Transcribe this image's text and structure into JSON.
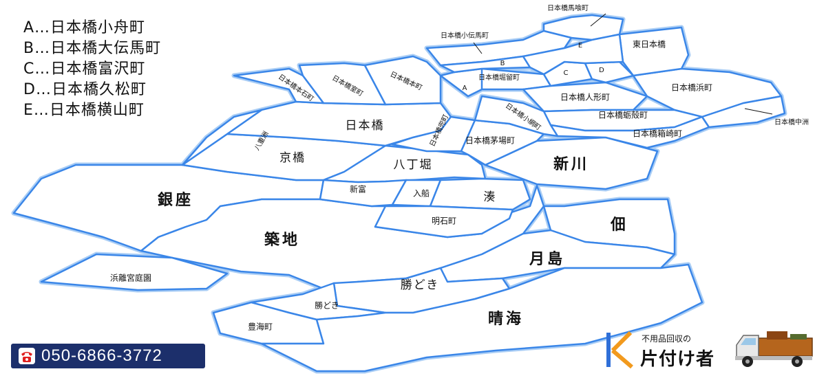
{
  "legend": [
    "A…日本橋小舟町",
    "B…日本橋大伝馬町",
    "C…日本橋富沢町",
    "D…日本橋久松町",
    "E…日本橋横山町"
  ],
  "districts": {
    "ginza": "銀座",
    "tsukiji": "築地",
    "hamarikyu": "浜離宮庭園",
    "kyobashi": "京橋",
    "hatchobori": "八丁堀",
    "shintomi": "新富",
    "irifune": "入船",
    "minato": "湊",
    "akashicho": "明石町",
    "shinkawa": "新川",
    "tsukuda": "佃",
    "tsukishima": "月島",
    "kachidoki": "勝どき",
    "kachidoki2": "勝どき",
    "toyomicho": "豊海町",
    "harumi": "晴海",
    "nihonbashi": "日本橋",
    "yaesu": "八重洲",
    "nihonbashi_muromachi": "日本橋室町",
    "nihonbashi_honcho": "日本橋本町",
    "nihonbashi_honishi": "日本橋本石町",
    "nihonbashi_horidome": "日本橋堀留町",
    "nihonbashi_ningyocho": "日本橋人形町",
    "nihonbashi_hamacho": "日本橋浜町",
    "nihonbashi_kakigaracho": "日本橋蛎殻町",
    "nihonbashi_hakozakicho": "日本橋箱崎町",
    "nihonbashi_kabutocho": "日本橋兜町",
    "nihonbashi_kayabacho": "日本橋茅場町",
    "nihonbashi_koamicho": "日本橋小網町",
    "nihonbashi_nakasu": "日本橋中洲",
    "higashi_nihonbashi": "東日本橋",
    "nihonbashi_bakurocho": "日本橋馬喰町",
    "nihonbashi_kodenmacho": "日本橋小伝馬町",
    "A": "A",
    "B": "B",
    "C": "C",
    "D": "D",
    "E": "E"
  },
  "phone": "050-6866-3772",
  "brand": {
    "tag": "不用品回収の",
    "name": "片付け者"
  },
  "colors": {
    "border": "#3a86e8",
    "border_shadow": "#a9cdf5",
    "phone_bg": "#1c2f6b",
    "phone_icon": "#e02020",
    "logo_orange": "#f29a1e",
    "logo_blue": "#2f6fd8"
  }
}
